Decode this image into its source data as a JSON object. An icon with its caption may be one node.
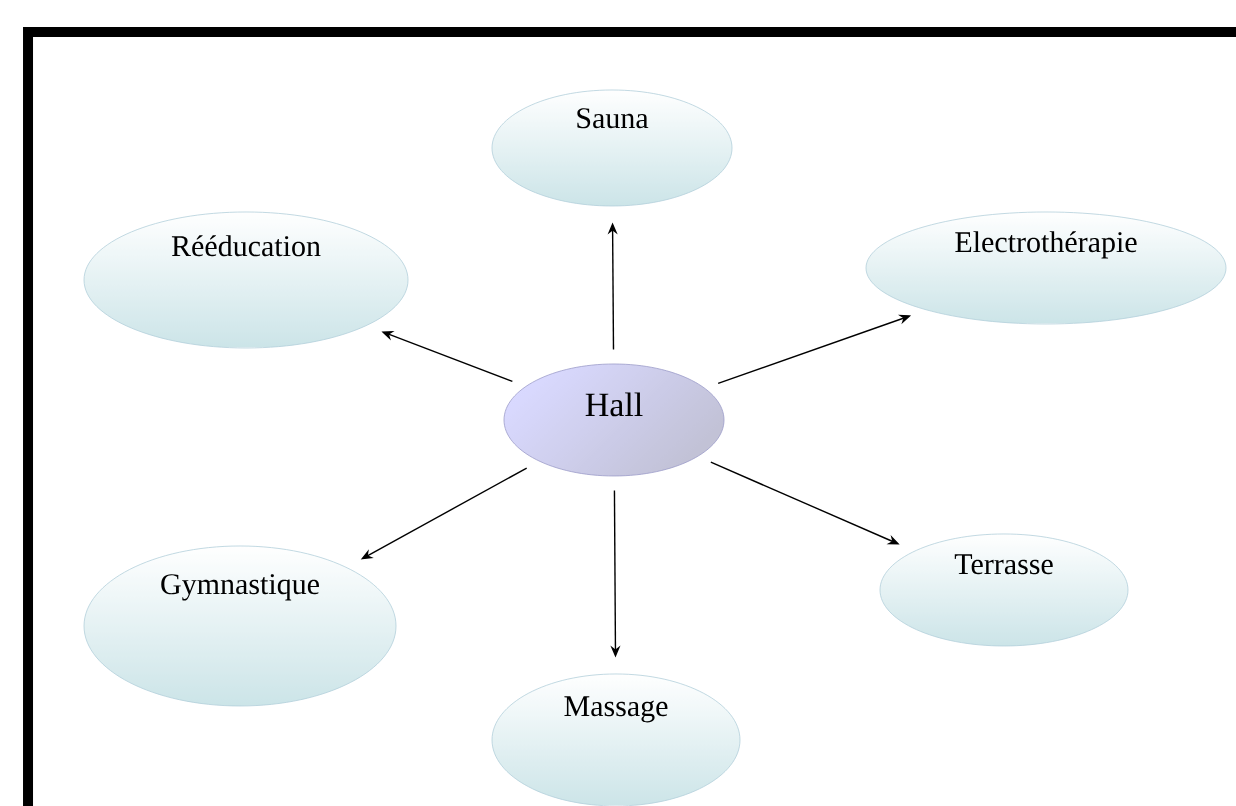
{
  "diagram": {
    "nodes": [
      {
        "text": [
          "Hall"
        ]
      },
      {
        "text": [
          "Sauna"
        ]
      },
      {
        "text": [
          "Rééducation"
        ]
      },
      {
        "text": [
          "Electrothérapie"
        ]
      },
      {
        "text": [
          "Gymnastique"
        ]
      },
      {
        "text": [
          "Massage"
        ]
      },
      {
        "text": [
          "Terrasse"
        ]
      }
    ],
    "edges": [
      {
        "from": 0,
        "to": 1,
        "arrow": "to"
      },
      {
        "from": 0,
        "to": 2,
        "arrow": "to"
      },
      {
        "from": 0,
        "to": 3,
        "arrow": "to"
      },
      {
        "from": 0,
        "to": 4,
        "arrow": "to"
      },
      {
        "from": 0,
        "to": 5,
        "arrow": "to"
      },
      {
        "from": 0,
        "to": 6,
        "arrow": "to"
      }
    ]
  }
}
